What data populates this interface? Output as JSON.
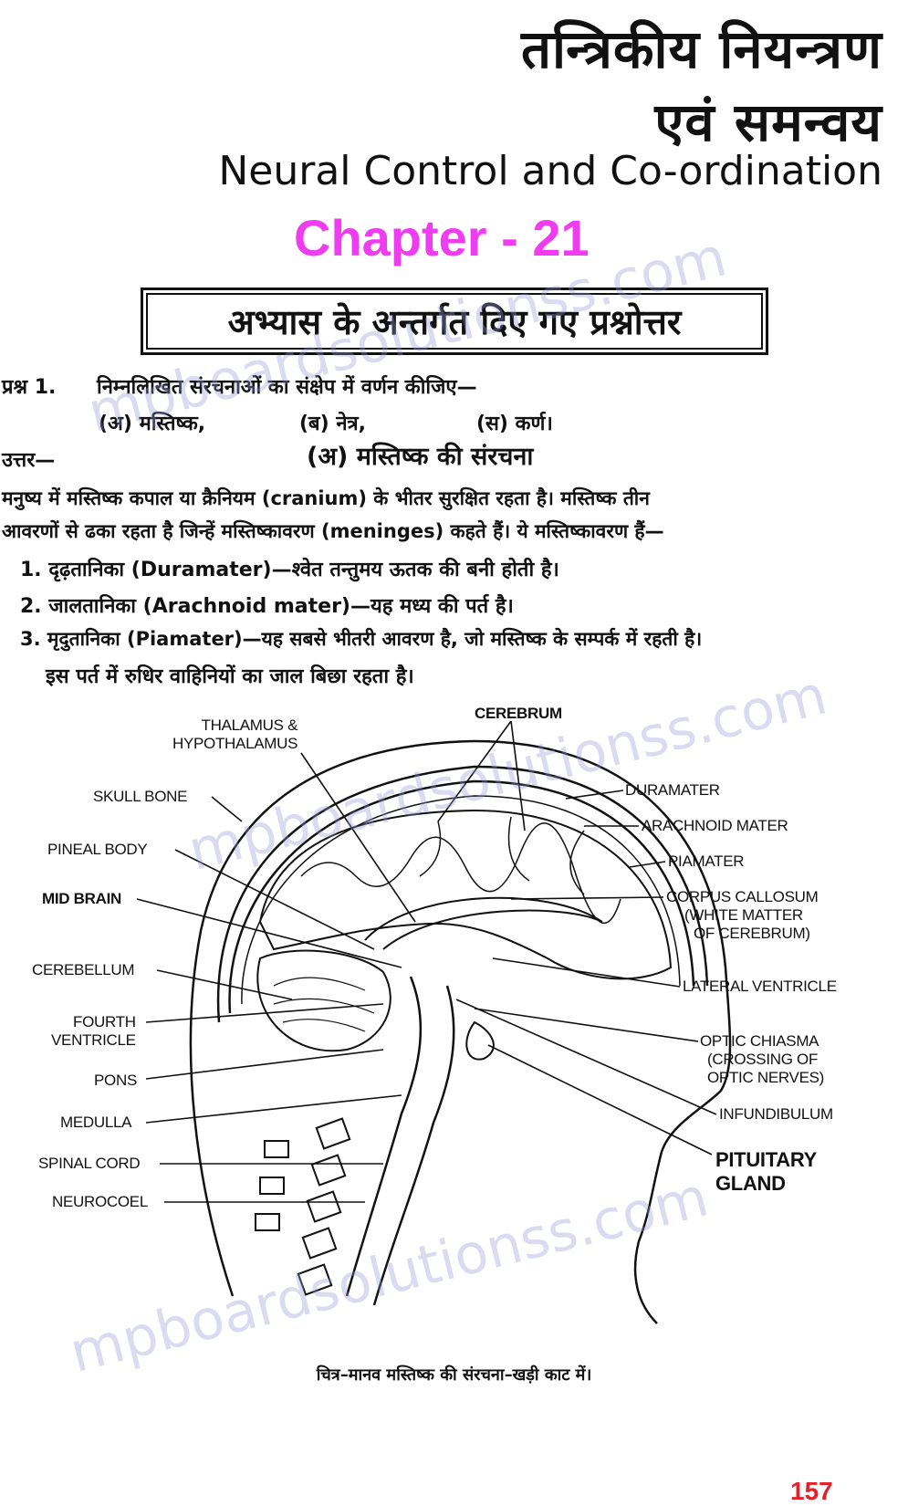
{
  "header": {
    "hindi_title_line1": "तन्त्रिकीय नियन्त्रण",
    "hindi_title_line2": "एवं समन्वय",
    "english_title": "Neural Control and Co-ordination",
    "chapter": "Chapter - 21",
    "section_box": "अभ्यास के अन्तर्गत दिए गए प्रश्नोत्तर"
  },
  "question": {
    "label": "प्रश्न 1.",
    "text": "निम्नलिखित संरचनाओं का संक्षेप में वर्णन कीजिए—",
    "options": [
      "(अ) मस्तिष्क,",
      "(ब) नेत्र,",
      "(स) कर्ण।"
    ]
  },
  "answer": {
    "label": "उत्तर—",
    "heading": "(अ) मस्तिष्क की संरचना",
    "para_line1": "मनुष्य में मस्तिष्क कपाल या क्रैनियम (cranium) के भीतर सुरक्षित रहता है। मस्तिष्क तीन",
    "para_line2": "आवरणों से ढका रहता है जिन्हें मस्तिष्कावरण (meninges) कहते हैं। ये मस्तिष्कावरण हैं—",
    "items": [
      "1. दृढ़तानिका (Duramater)—श्वेत तन्तुमय ऊतक की बनी होती है।",
      "2. जालतानिका (Arachnoid mater)—यह मध्य की पर्त है।",
      "3. मृदुतानिका (Piamater)—यह सबसे भीतरी आवरण है, जो मस्तिष्क के सम्पर्क में रहती है।",
      "इस पर्त में रुधिर वाहिनियों का जाल बिछा रहता है।"
    ]
  },
  "diagram": {
    "labels": {
      "thalamus": [
        "THALAMUS &",
        "HYPOTHALAMUS"
      ],
      "cerebrum": "CEREBRUM",
      "skull_bone": "SKULL BONE",
      "duramater": "DURAMATER",
      "arachnoid": "ARACHNOID MATER",
      "pineal": "PINEAL BODY",
      "piamater": "PIAMATER",
      "mid_brain": "MID BRAIN",
      "corpus_callosum": [
        "CORPUS CALLOSUM",
        "(WHITE MATTER",
        "OF CEREBRUM)"
      ],
      "cerebellum": "CEREBELLUM",
      "lateral_ventricle": "LATERAL VENTRICLE",
      "fourth_ventricle": [
        "FOURTH",
        "VENTRICLE"
      ],
      "optic_chiasma": [
        "OPTIC CHIASMA",
        "(CROSSING OF",
        "OPTIC NERVES)"
      ],
      "pons": "PONS",
      "medulla": "MEDULLA",
      "infundibulum": "INFUNDIBULUM",
      "spinal_cord": "SPINAL CORD",
      "pituitary": [
        "PITUITARY",
        "GLAND"
      ],
      "neurocoel": "NEUROCOEL"
    },
    "caption": "चित्र–मानव मस्तिष्क की संरचना–खड़ी काट में।"
  },
  "watermark": "mpboardsolutionss.com",
  "page_number": "157",
  "colors": {
    "chapter": "#f03cf0",
    "page_number": "#e0232a",
    "watermark": "#9696d7"
  }
}
